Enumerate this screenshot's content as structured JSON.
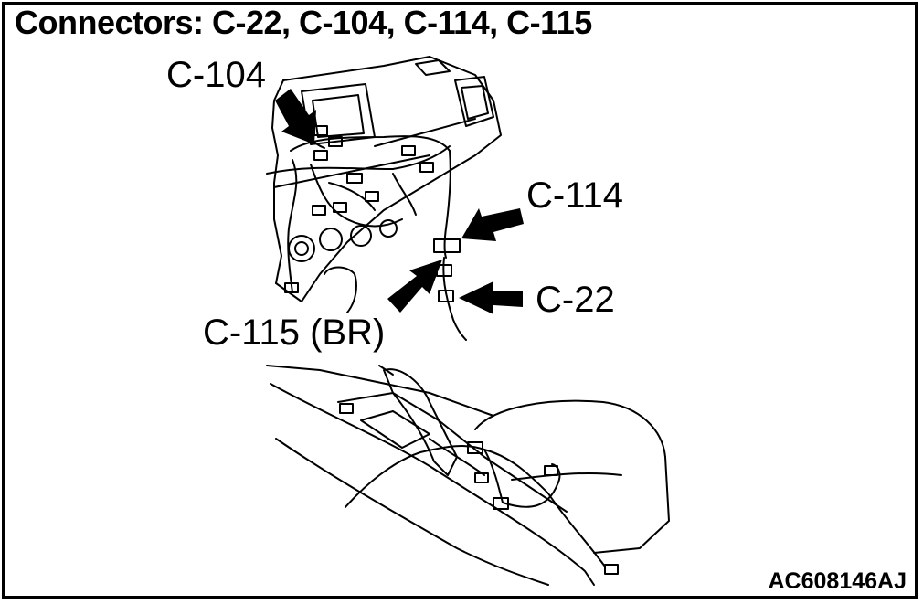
{
  "title": "Connectors: C-22, C-104, C-114, C-115",
  "callouts": {
    "c104": "C-104",
    "c114": "C-114",
    "c22": "C-22",
    "c115": "C-115 (BR)"
  },
  "figure_code": "AC608146AJ",
  "colors": {
    "ink": "#000000",
    "background": "#ffffff"
  }
}
